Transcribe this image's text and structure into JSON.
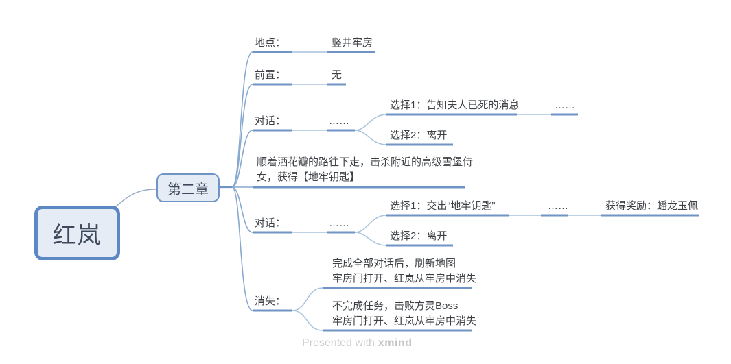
{
  "root": {
    "label": "红岚"
  },
  "chapter": {
    "label": "第二章"
  },
  "location": {
    "label": "地点：",
    "value": "竖井牢房"
  },
  "prerequisite": {
    "label": "前置：",
    "value": "无"
  },
  "dialog1": {
    "label": "对话：",
    "value": "……",
    "choice1": {
      "label": "选择1：告知夫人已死的消息",
      "more": "……"
    },
    "choice2": {
      "label": "选择2：离开"
    }
  },
  "task": {
    "line1": "顺着洒花瓣的路往下走，击杀附近的高级雪堡侍",
    "line2": "女，获得【地牢钥匙】"
  },
  "dialog2": {
    "label": "对话：",
    "value": "……",
    "choice1": {
      "label": "选择1：交出“地牢钥匙”",
      "more": "……",
      "reward": "获得奖励：蟠龙玉佩"
    },
    "choice2": {
      "label": "选择2：离开"
    }
  },
  "disappear": {
    "label": "消失：",
    "outcome1": {
      "line1": "完成全部对话后，刷新地图",
      "line2": "牢房门打开、红岚从牢房中消失"
    },
    "outcome2": {
      "line1": "不完成任务，击败方灵Boss",
      "line2": "牢房门打开、红岚从牢房中消失"
    }
  },
  "footer": {
    "prefix": "Presented with",
    "brand": "xmind"
  },
  "colors": {
    "branch_line": "#7095c4",
    "thin_line": "#a9c2dc",
    "node_fill": "#e6ecf5",
    "node_border": "#5c88c3",
    "text": "#3d4145",
    "watermark": "#c9cbcd"
  }
}
